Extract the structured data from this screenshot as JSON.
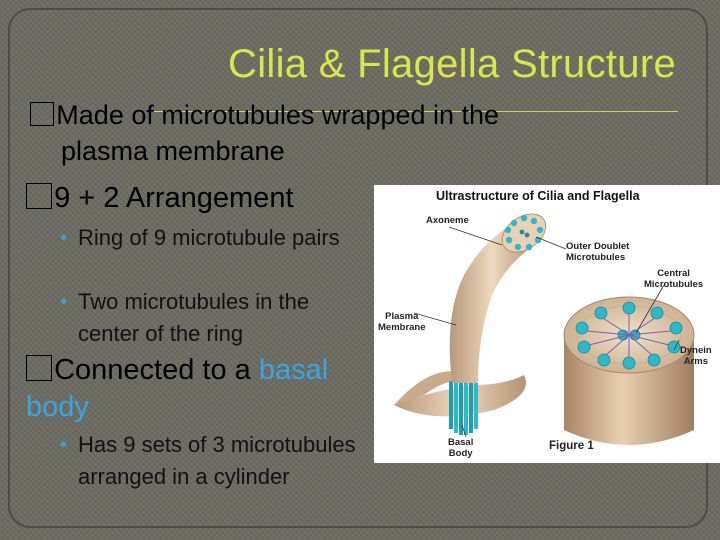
{
  "slide": {
    "title": "Cilia & Flagella Structure",
    "bullets": {
      "b1_line1": "Made of microtubules wrapped in the",
      "b1_line2": "plasma membrane",
      "b2": "9 + 2 Arrangement",
      "b2_sub1": "Ring of 9 microtubule pairs",
      "b2_sub2": "Two microtubules in the center of the ring",
      "b3_pre": "Connected to a ",
      "b3_highlight": "basal body",
      "b3_sub1": "Has  9 sets of 3 microtubules arranged in a cylinder"
    },
    "bullet_marker": "•"
  },
  "figure": {
    "title": "Ultrastructure of Cilia and Flagella",
    "labels": {
      "axoneme": "Axoneme",
      "outer_doublet": "Outer Doublet\nMicrotubules",
      "central": "Central\nMicrotubules",
      "plasma_membrane": "Plasma\nMembrane",
      "dynein": "Dynein\nArms",
      "basal_body": "Basal\nBody"
    },
    "caption": "Figure 1"
  },
  "colors": {
    "title": "#d8e84a",
    "highlight": "#3aa6e0",
    "tubule": "#2fb8c8",
    "membrane": "#d8bfa0"
  }
}
